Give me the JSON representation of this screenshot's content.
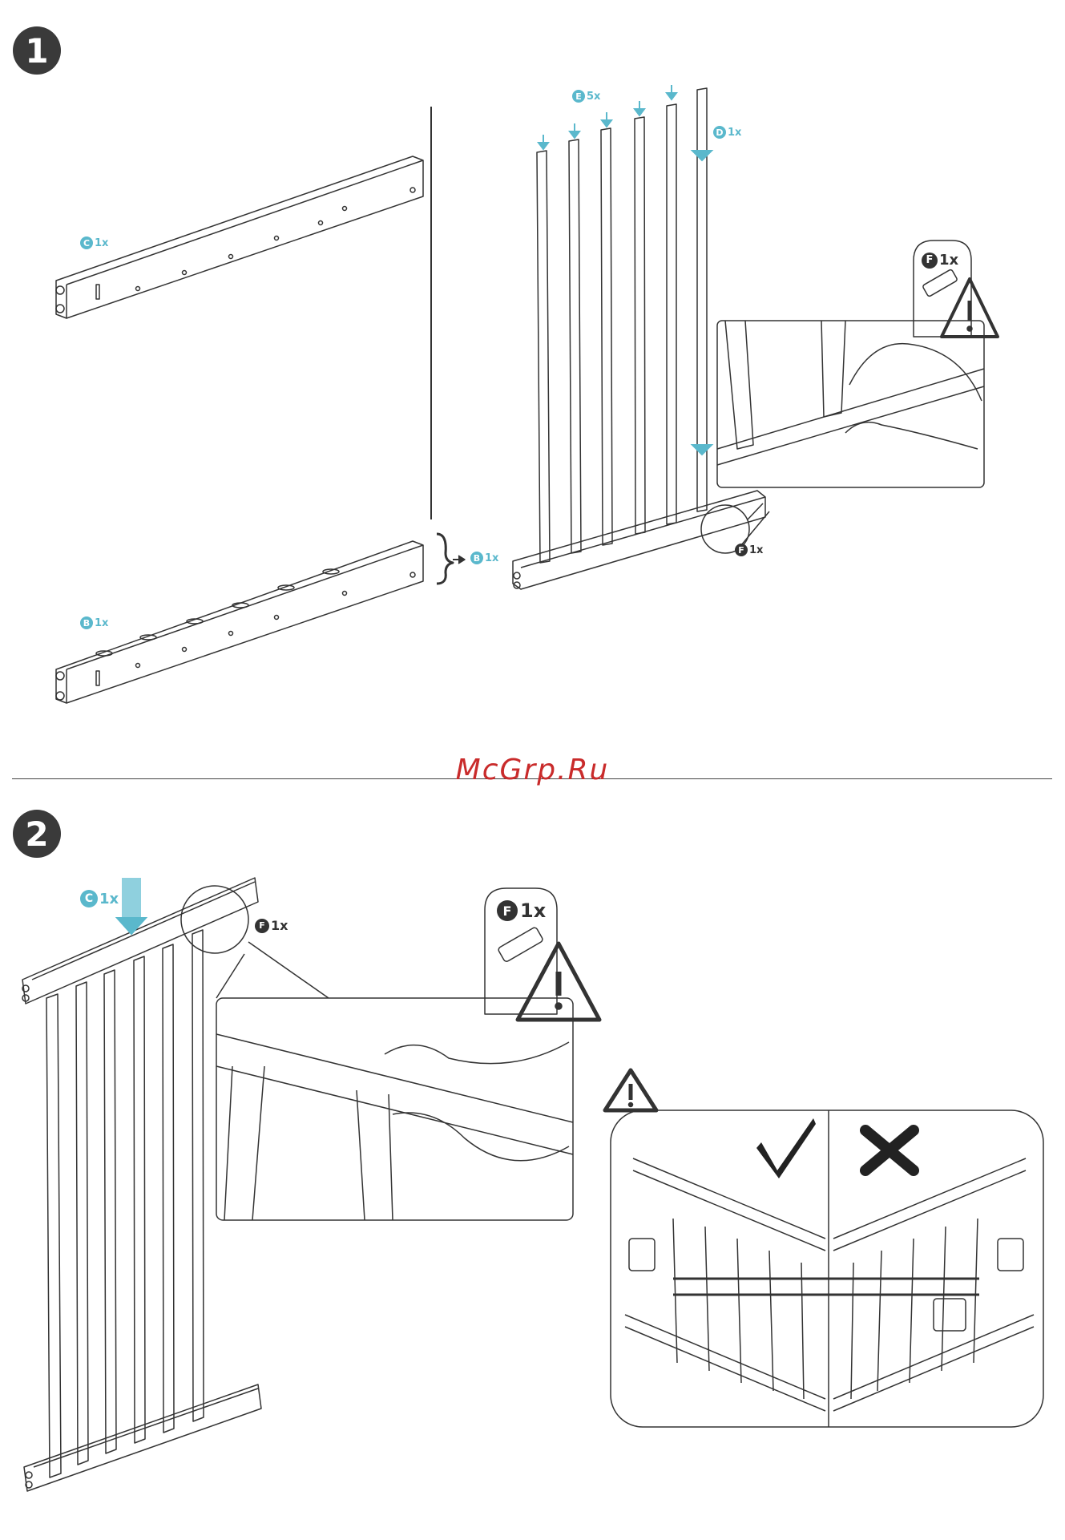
{
  "steps": {
    "step1": "1",
    "step2": "2"
  },
  "watermark": "McGrp.Ru",
  "labels": {
    "c1": {
      "letter": "C",
      "qty": "1x"
    },
    "b1": {
      "letter": "B",
      "qty": "1x"
    },
    "b_arrow": {
      "letter": "B",
      "qty": "1x"
    },
    "e5": {
      "letter": "E",
      "qty": "5x"
    },
    "d1": {
      "letter": "D",
      "qty": "1x"
    },
    "f_detail1": {
      "letter": "F",
      "qty": "1x"
    },
    "f_warn1": {
      "letter": "F",
      "qty": "1x"
    },
    "c_step2": {
      "letter": "C",
      "qty": "1x"
    },
    "f_step2": {
      "letter": "F",
      "qty": "1x"
    },
    "f_warn2": {
      "letter": "F",
      "qty": "1x"
    }
  },
  "colors": {
    "accent": "#5ab8cc",
    "ink": "#333333",
    "watermark": "#c92b2b"
  },
  "icons": [
    "warning-triangle-icon",
    "checkmark-icon",
    "cross-icon",
    "dowel-icon",
    "arrow-down-icon"
  ]
}
